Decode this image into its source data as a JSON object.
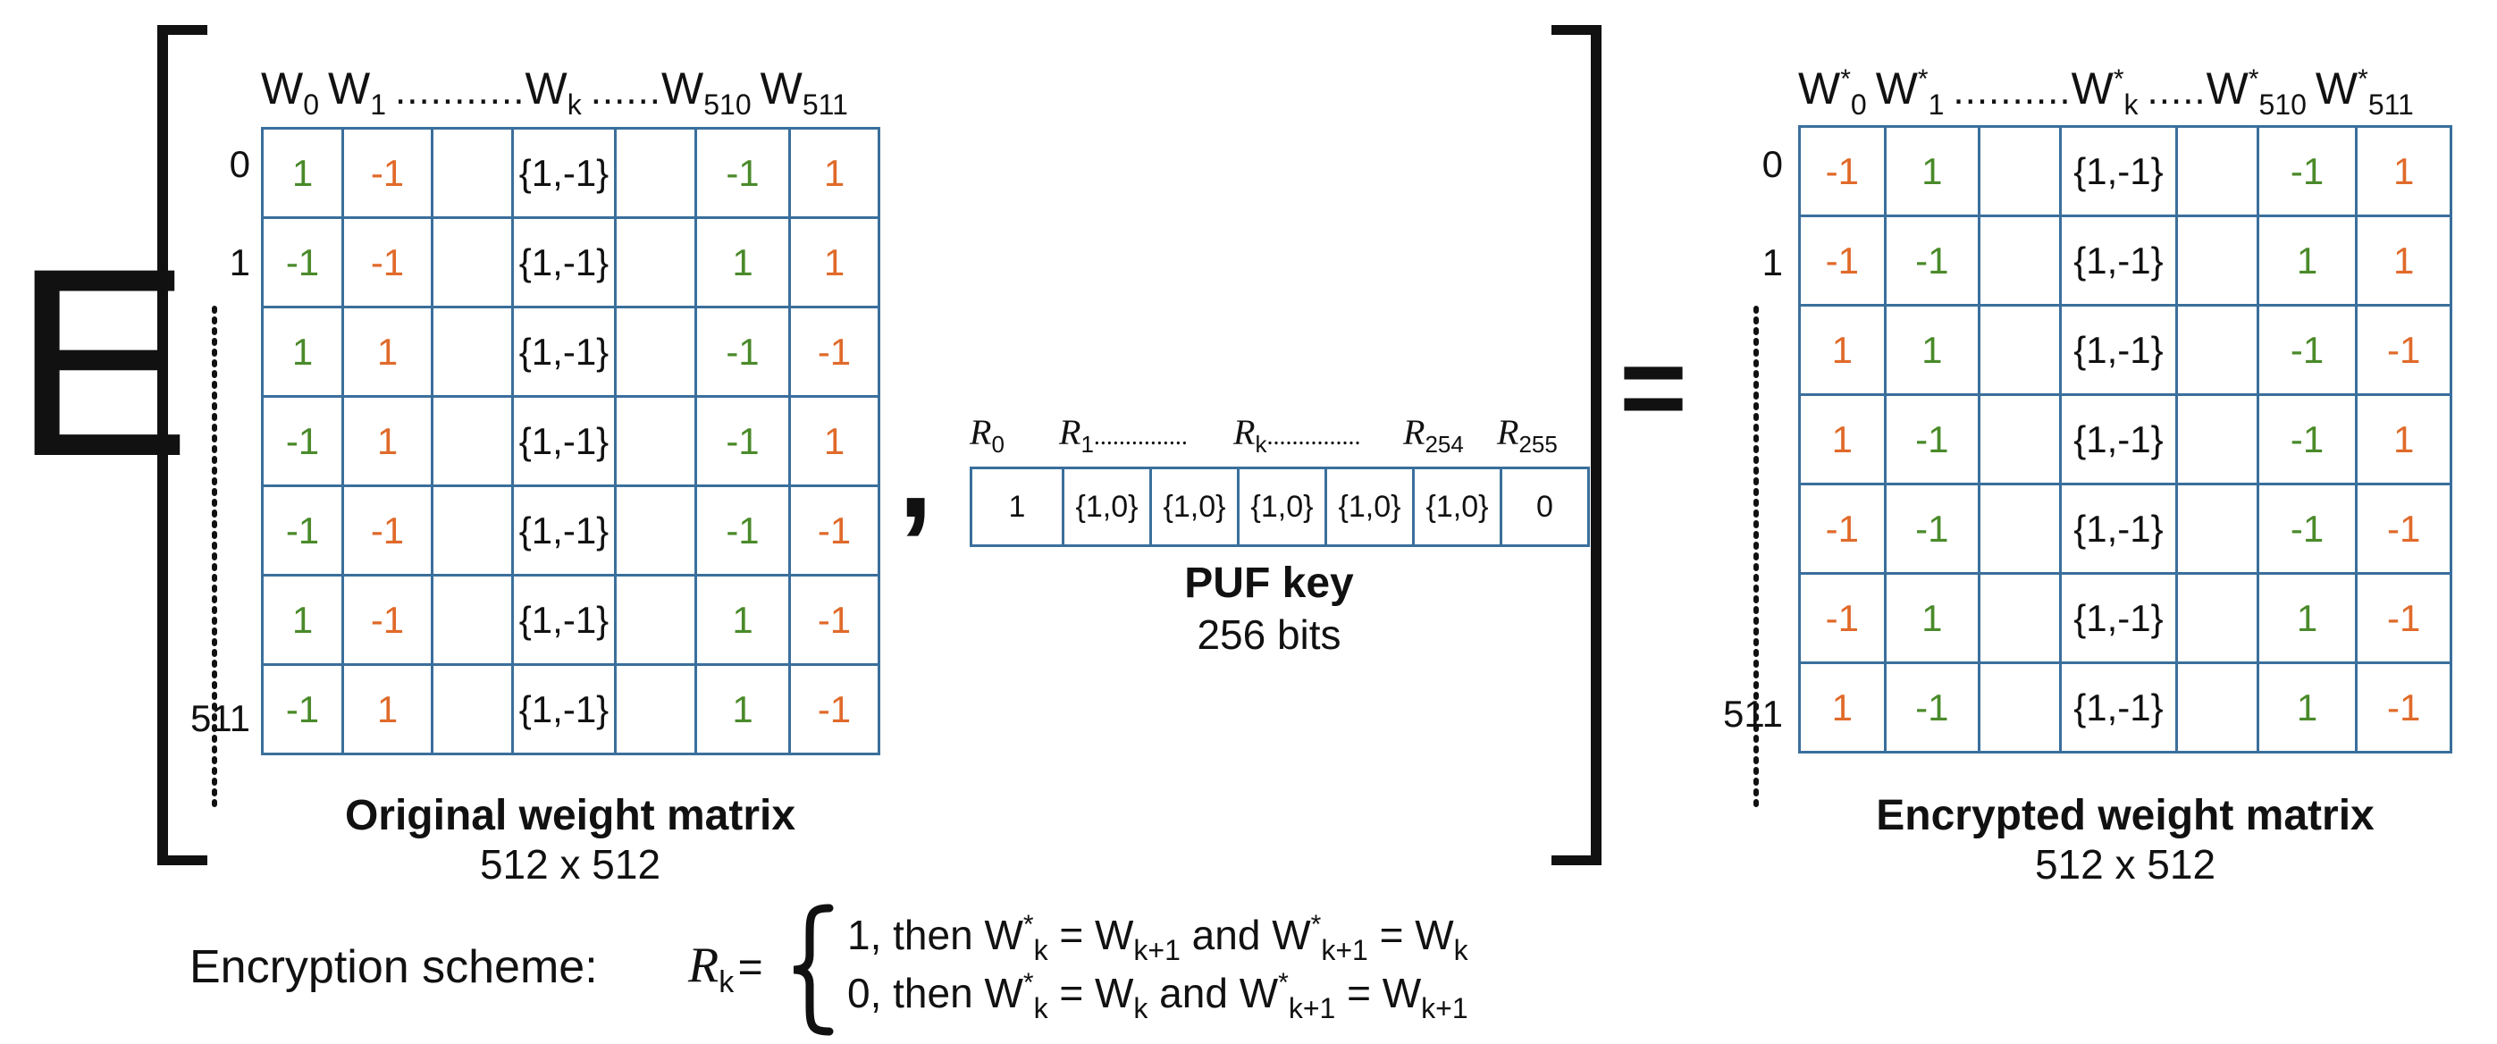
{
  "operator": "E",
  "comma": ",",
  "equals": "=",
  "original": {
    "col_headers": [
      {
        "base": "W",
        "sub": "0"
      },
      {
        "base": "W",
        "sub": "1"
      },
      {
        "dots": "..........."
      },
      {
        "base": "W",
        "sub": "k"
      },
      {
        "dots": "......"
      },
      {
        "base": "W",
        "sub": "510"
      },
      {
        "base": "W",
        "sub": "511"
      }
    ],
    "row_labels": [
      "0",
      "1",
      "511"
    ],
    "rows": [
      [
        {
          "v": "1",
          "c": "g"
        },
        {
          "v": "-1",
          "c": "o"
        },
        {
          "v": "",
          "c": "b"
        },
        {
          "v": "{1,-1}",
          "c": "b"
        },
        {
          "v": "",
          "c": "b"
        },
        {
          "v": "-1",
          "c": "g"
        },
        {
          "v": "1",
          "c": "o"
        }
      ],
      [
        {
          "v": "-1",
          "c": "g"
        },
        {
          "v": "-1",
          "c": "o"
        },
        {
          "v": "",
          "c": "b"
        },
        {
          "v": "{1,-1}",
          "c": "b"
        },
        {
          "v": "",
          "c": "b"
        },
        {
          "v": "1",
          "c": "g"
        },
        {
          "v": "1",
          "c": "o"
        }
      ],
      [
        {
          "v": "1",
          "c": "g"
        },
        {
          "v": "1",
          "c": "o"
        },
        {
          "v": "",
          "c": "b"
        },
        {
          "v": "{1,-1}",
          "c": "b"
        },
        {
          "v": "",
          "c": "b"
        },
        {
          "v": "-1",
          "c": "g"
        },
        {
          "v": "-1",
          "c": "o"
        }
      ],
      [
        {
          "v": "-1",
          "c": "g"
        },
        {
          "v": "1",
          "c": "o"
        },
        {
          "v": "",
          "c": "b"
        },
        {
          "v": "{1,-1}",
          "c": "b"
        },
        {
          "v": "",
          "c": "b"
        },
        {
          "v": "-1",
          "c": "g"
        },
        {
          "v": "1",
          "c": "o"
        }
      ],
      [
        {
          "v": "-1",
          "c": "g"
        },
        {
          "v": "-1",
          "c": "o"
        },
        {
          "v": "",
          "c": "b"
        },
        {
          "v": "{1,-1}",
          "c": "b"
        },
        {
          "v": "",
          "c": "b"
        },
        {
          "v": "-1",
          "c": "g"
        },
        {
          "v": "-1",
          "c": "o"
        }
      ],
      [
        {
          "v": "1",
          "c": "g"
        },
        {
          "v": "-1",
          "c": "o"
        },
        {
          "v": "",
          "c": "b"
        },
        {
          "v": "{1,-1}",
          "c": "b"
        },
        {
          "v": "",
          "c": "b"
        },
        {
          "v": "1",
          "c": "g"
        },
        {
          "v": "-1",
          "c": "o"
        }
      ],
      [
        {
          "v": "-1",
          "c": "g"
        },
        {
          "v": "1",
          "c": "o"
        },
        {
          "v": "",
          "c": "b"
        },
        {
          "v": "{1,-1}",
          "c": "b"
        },
        {
          "v": "",
          "c": "b"
        },
        {
          "v": "1",
          "c": "g"
        },
        {
          "v": "-1",
          "c": "o"
        }
      ]
    ],
    "caption_title": "Original weight matrix",
    "caption_size": "512 x 512"
  },
  "puf": {
    "labels": [
      {
        "base": "R",
        "sub": "0"
      },
      {
        "base": "R",
        "sub": "1",
        "dots": "..............."
      },
      {
        "base": "R",
        "sub": "k",
        "dots": "..............."
      },
      {
        "base": "R",
        "sub": "254"
      },
      {
        "base": "R",
        "sub": "255"
      }
    ],
    "cells": [
      "1",
      "{1,0}",
      "{1,0}",
      "{1,0}",
      "{1,0}",
      "{1,0}",
      "0"
    ],
    "caption_title": "PUF key",
    "caption_size": "256 bits"
  },
  "encrypted": {
    "col_headers": [
      {
        "base": "W",
        "sup": "*",
        "sub": "0"
      },
      {
        "base": "W",
        "sup": "*",
        "sub": "1"
      },
      {
        "dots": ".........."
      },
      {
        "base": "W",
        "sup": "*",
        "sub": "k"
      },
      {
        "dots": "....."
      },
      {
        "base": "W",
        "sup": "*",
        "sub": "510"
      },
      {
        "base": "W",
        "sup": "*",
        "sub": "511"
      }
    ],
    "row_labels": [
      "0",
      "1",
      "511"
    ],
    "rows": [
      [
        {
          "v": "-1",
          "c": "o"
        },
        {
          "v": "1",
          "c": "g"
        },
        {
          "v": "",
          "c": "b"
        },
        {
          "v": "{1,-1}",
          "c": "b"
        },
        {
          "v": "",
          "c": "b"
        },
        {
          "v": "-1",
          "c": "g"
        },
        {
          "v": "1",
          "c": "o"
        }
      ],
      [
        {
          "v": "-1",
          "c": "o"
        },
        {
          "v": "-1",
          "c": "g"
        },
        {
          "v": "",
          "c": "b"
        },
        {
          "v": "{1,-1}",
          "c": "b"
        },
        {
          "v": "",
          "c": "b"
        },
        {
          "v": "1",
          "c": "g"
        },
        {
          "v": "1",
          "c": "o"
        }
      ],
      [
        {
          "v": "1",
          "c": "o"
        },
        {
          "v": "1",
          "c": "g"
        },
        {
          "v": "",
          "c": "b"
        },
        {
          "v": "{1,-1}",
          "c": "b"
        },
        {
          "v": "",
          "c": "b"
        },
        {
          "v": "-1",
          "c": "g"
        },
        {
          "v": "-1",
          "c": "o"
        }
      ],
      [
        {
          "v": "1",
          "c": "o"
        },
        {
          "v": "-1",
          "c": "g"
        },
        {
          "v": "",
          "c": "b"
        },
        {
          "v": "{1,-1}",
          "c": "b"
        },
        {
          "v": "",
          "c": "b"
        },
        {
          "v": "-1",
          "c": "g"
        },
        {
          "v": "1",
          "c": "o"
        }
      ],
      [
        {
          "v": "-1",
          "c": "o"
        },
        {
          "v": "-1",
          "c": "g"
        },
        {
          "v": "",
          "c": "b"
        },
        {
          "v": "{1,-1}",
          "c": "b"
        },
        {
          "v": "",
          "c": "b"
        },
        {
          "v": "-1",
          "c": "g"
        },
        {
          "v": "-1",
          "c": "o"
        }
      ],
      [
        {
          "v": "-1",
          "c": "o"
        },
        {
          "v": "1",
          "c": "g"
        },
        {
          "v": "",
          "c": "b"
        },
        {
          "v": "{1,-1}",
          "c": "b"
        },
        {
          "v": "",
          "c": "b"
        },
        {
          "v": "1",
          "c": "g"
        },
        {
          "v": "-1",
          "c": "o"
        }
      ],
      [
        {
          "v": "1",
          "c": "o"
        },
        {
          "v": "-1",
          "c": "g"
        },
        {
          "v": "",
          "c": "b"
        },
        {
          "v": "{1,-1}",
          "c": "b"
        },
        {
          "v": "",
          "c": "b"
        },
        {
          "v": "1",
          "c": "g"
        },
        {
          "v": "-1",
          "c": "o"
        }
      ]
    ],
    "caption_title": "Encrypted weight matrix",
    "caption_size": "512 x 512"
  },
  "scheme": {
    "label": "Encryption scheme:",
    "rk": {
      "base": "R",
      "sub": "k",
      "eq": "="
    },
    "line1": [
      {
        "t": "1, then W"
      },
      {
        "sup": "*"
      },
      {
        "sub": "k"
      },
      {
        "t": " = W"
      },
      {
        "sub": "k+1"
      },
      {
        "t": " and W"
      },
      {
        "sup": "*"
      },
      {
        "sub": "k+1"
      },
      {
        "t": " = W"
      },
      {
        "sub": "k"
      }
    ],
    "line2": [
      {
        "t": "0, then W"
      },
      {
        "sup": "*"
      },
      {
        "sub": "k"
      },
      {
        "t": " = W"
      },
      {
        "sub": "k"
      },
      {
        "t": " and W"
      },
      {
        "sup": "*"
      },
      {
        "sub": "k+1"
      },
      {
        "t": " = W"
      },
      {
        "sub": "k+1"
      }
    ]
  },
  "colors": {
    "grid": "#3a6f9c",
    "green": "#4a8a2a",
    "orange": "#e06a2a"
  }
}
